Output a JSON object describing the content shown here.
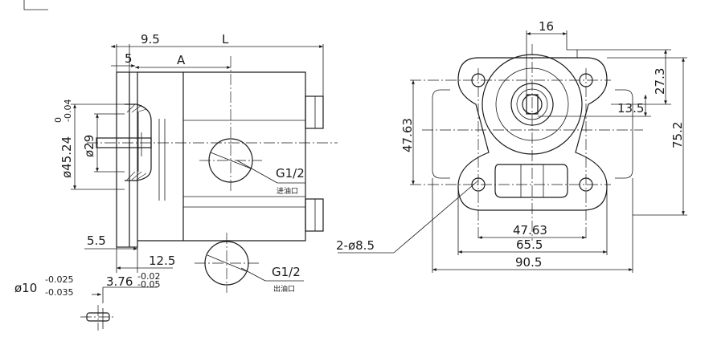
{
  "side_view": {
    "dims": {
      "d_9_5": "9.5",
      "d_L": "L",
      "d_5": "5",
      "d_A": "A",
      "d_45": "ø45.24",
      "d_45_tol_up": "0",
      "d_45_tol_dn": "-0.04",
      "d_29": "ø29",
      "d_5_5": "5.5",
      "d_12_5": "12.5",
      "d_3_76": "3.76",
      "d_3_76_tol_up": "-0.02",
      "d_3_76_tol_dn": "-0.05",
      "d_10": "ø10",
      "d_10_tol_up": "-0.025",
      "d_10_tol_dn": "-0.035"
    },
    "ports": {
      "inlet_size": "G1/2",
      "inlet_label": "进油口",
      "outlet_size": "G1/2",
      "outlet_label": "出油口"
    }
  },
  "front_view": {
    "dims": {
      "d_16": "16",
      "d_27_3": "27.3",
      "d_13_5": "13.5",
      "d_75_2": "75.2",
      "d_47_63_v": "47.63",
      "d_47_63_h": "47.63",
      "d_65_5": "65.5",
      "d_90_5": "90.5",
      "d_holes": "2-ø8.5"
    }
  }
}
